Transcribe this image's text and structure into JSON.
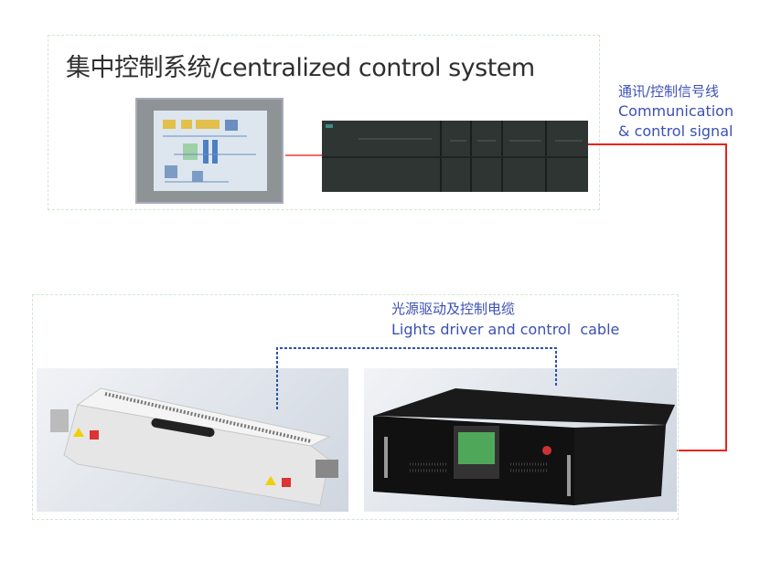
{
  "top_section": {
    "title": "集中控制系统/centralized control system",
    "devices": [
      "hmi-touch-panel",
      "plc-controller"
    ]
  },
  "signal_label": {
    "cn": "通讯/控制信号线",
    "en_line1": "Communication",
    "en_line2": "& control signal"
  },
  "bottom_section": {
    "cable_label_cn": "光源驱动及控制电缆",
    "cable_label_en": "Lights driver and control  cable",
    "devices": [
      "uv-lamp-housing",
      "power-driver-cabinet"
    ]
  },
  "colors": {
    "signal_line": "#e8231e",
    "cable_line": "#2a52b0",
    "label_blue": "#3c50b4",
    "box_border": "#cfe8cf"
  }
}
